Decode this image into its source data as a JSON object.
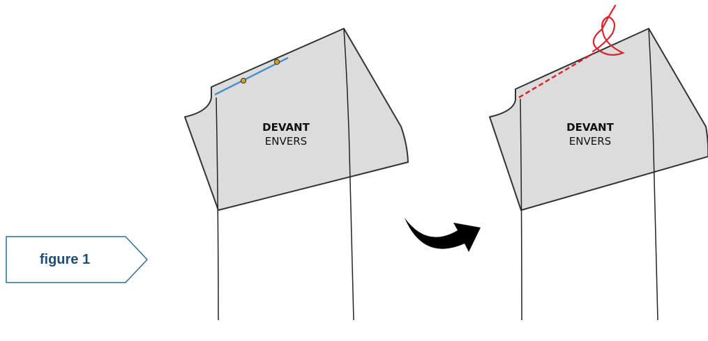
{
  "figure": {
    "label": "figure 1"
  },
  "pieces": [
    {
      "title": "DEVANT",
      "subtitle": "ENVERS"
    },
    {
      "title": "DEVANT",
      "subtitle": "ENVERS"
    }
  ],
  "colors": {
    "fabric": "#dcdcdc",
    "outline": "#333333",
    "pinned_seam": "#4a90c8",
    "stitched_seam": "#d9232d",
    "tag_border": "#2f6d94",
    "tag_text": "#1f4d73",
    "arrow": "#000000"
  },
  "icons": {
    "pin": "pin-icon",
    "thread": "thread-loop-icon",
    "arrow": "curved-arrow-icon"
  }
}
